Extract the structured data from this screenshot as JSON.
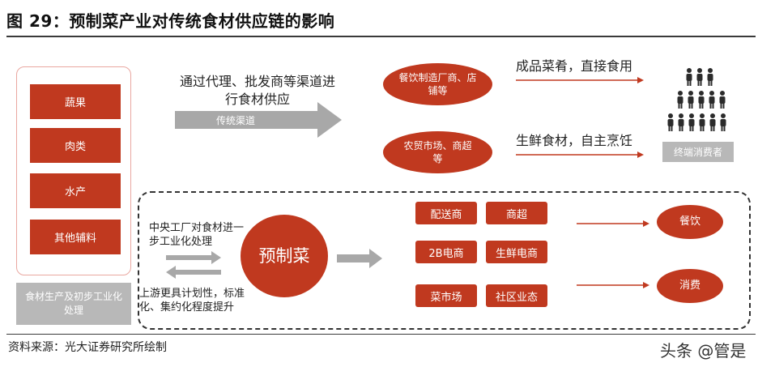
{
  "title": "图 29：预制菜产业对传统食材供应链的影响",
  "raw_materials": [
    "蔬果",
    "肉类",
    "水产",
    "其他辅料"
  ],
  "raw_materials_caption": "食材生产及初步工业化处理",
  "traditional": {
    "description": "通过代理、批发商等渠道进行食材供应",
    "channel_label": "传统渠道",
    "targets": [
      {
        "label": "餐饮制造厂商、店铺等",
        "flow": "成品菜肴，直接食用"
      },
      {
        "label": "农贸市场、商超等",
        "flow": "生鲜食材，自主烹饪"
      }
    ]
  },
  "consumer_label": "终端消费者",
  "prepared": {
    "center_label": "预制菜",
    "note_top": "中央工厂对食材进一步工业化处理",
    "note_bottom": "上游更具计划性，标准化、集约化程度提升",
    "channels": [
      "配送商",
      "商超",
      "2B电商",
      "生鲜电商",
      "菜市场",
      "社区业态"
    ],
    "outcomes": [
      "餐饮",
      "消费"
    ]
  },
  "source": "资料来源：光大证券研究所绘制",
  "watermark": "头条 @管是",
  "colors": {
    "accent": "#c0391f",
    "grey": "#b8b8b8",
    "panel_border": "#e9a7a0"
  }
}
